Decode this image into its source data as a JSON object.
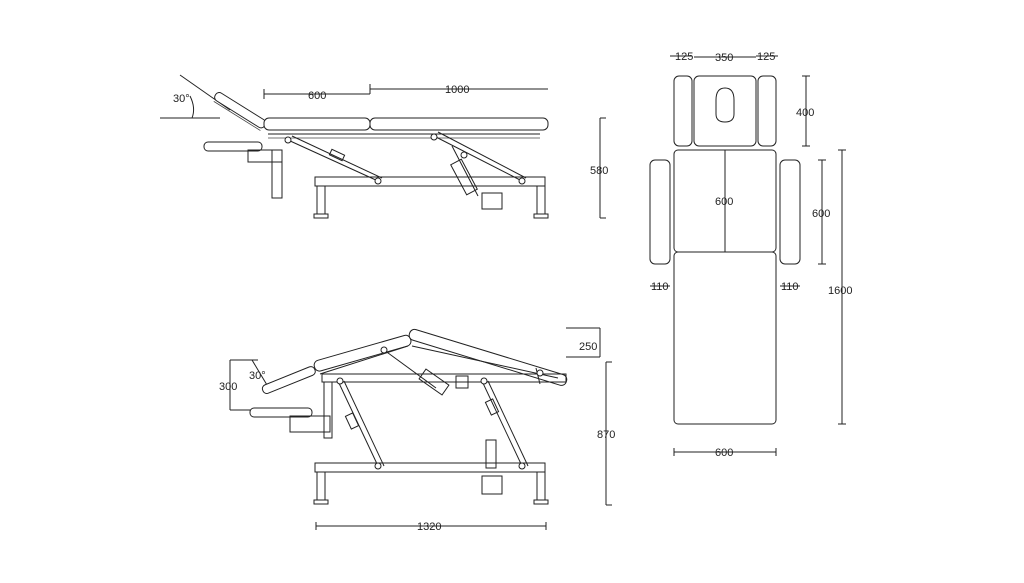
{
  "colors": {
    "line": "#222222",
    "background": "#ffffff"
  },
  "side_view_top": {
    "angle_label": "30°",
    "dim_head": "600",
    "dim_body": "1000",
    "dim_height": "580"
  },
  "side_view_bottom": {
    "angle_label": "30°",
    "dim_raise": "300",
    "dim_tilt": "250",
    "dim_height": "870",
    "dim_length": "1320"
  },
  "top_view": {
    "dim_head_side_left": "125",
    "dim_head_center": "350",
    "dim_head_side_right": "125",
    "dim_head_length": "400",
    "dim_mid_width": "600",
    "dim_arm_length": "600",
    "dim_arm_left": "110",
    "dim_arm_right": "110",
    "dim_total_length": "1600",
    "dim_total_width": "600"
  }
}
